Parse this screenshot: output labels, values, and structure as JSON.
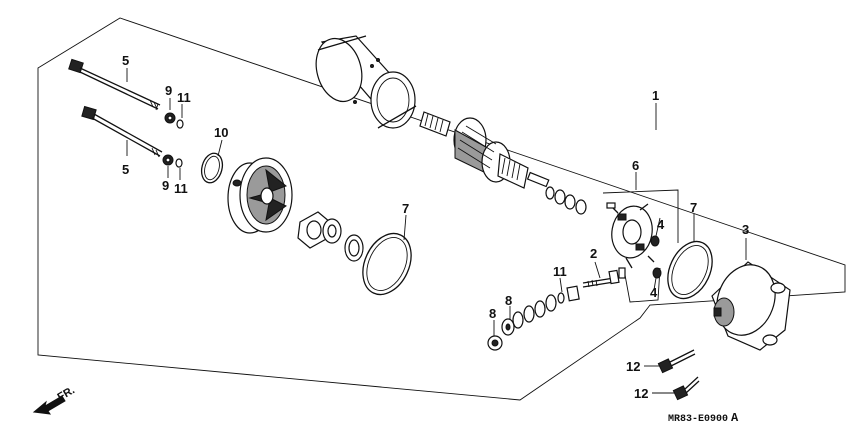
{
  "callouts": [
    {
      "id": "c1",
      "label": "1"
    },
    {
      "id": "c2",
      "label": "2"
    },
    {
      "id": "c3",
      "label": "3"
    },
    {
      "id": "c4a",
      "label": "4"
    },
    {
      "id": "c4b",
      "label": "4"
    },
    {
      "id": "c5a",
      "label": "5"
    },
    {
      "id": "c5b",
      "label": "5"
    },
    {
      "id": "c6",
      "label": "6"
    },
    {
      "id": "c7a",
      "label": "7"
    },
    {
      "id": "c7b",
      "label": "7"
    },
    {
      "id": "c8a",
      "label": "8"
    },
    {
      "id": "c8b",
      "label": "8"
    },
    {
      "id": "c9a",
      "label": "9"
    },
    {
      "id": "c9b",
      "label": "9"
    },
    {
      "id": "c10",
      "label": "10"
    },
    {
      "id": "c11a",
      "label": "11"
    },
    {
      "id": "c11b",
      "label": "11"
    },
    {
      "id": "c11c",
      "label": "11"
    },
    {
      "id": "c12a",
      "label": "12"
    },
    {
      "id": "c12b",
      "label": "12"
    }
  ],
  "direction_label": "FR.",
  "diagram_code": "MR83-E0900",
  "diagram_suffix": "A",
  "icons": {
    "front-arrow": "front-direction-arrow-icon"
  }
}
